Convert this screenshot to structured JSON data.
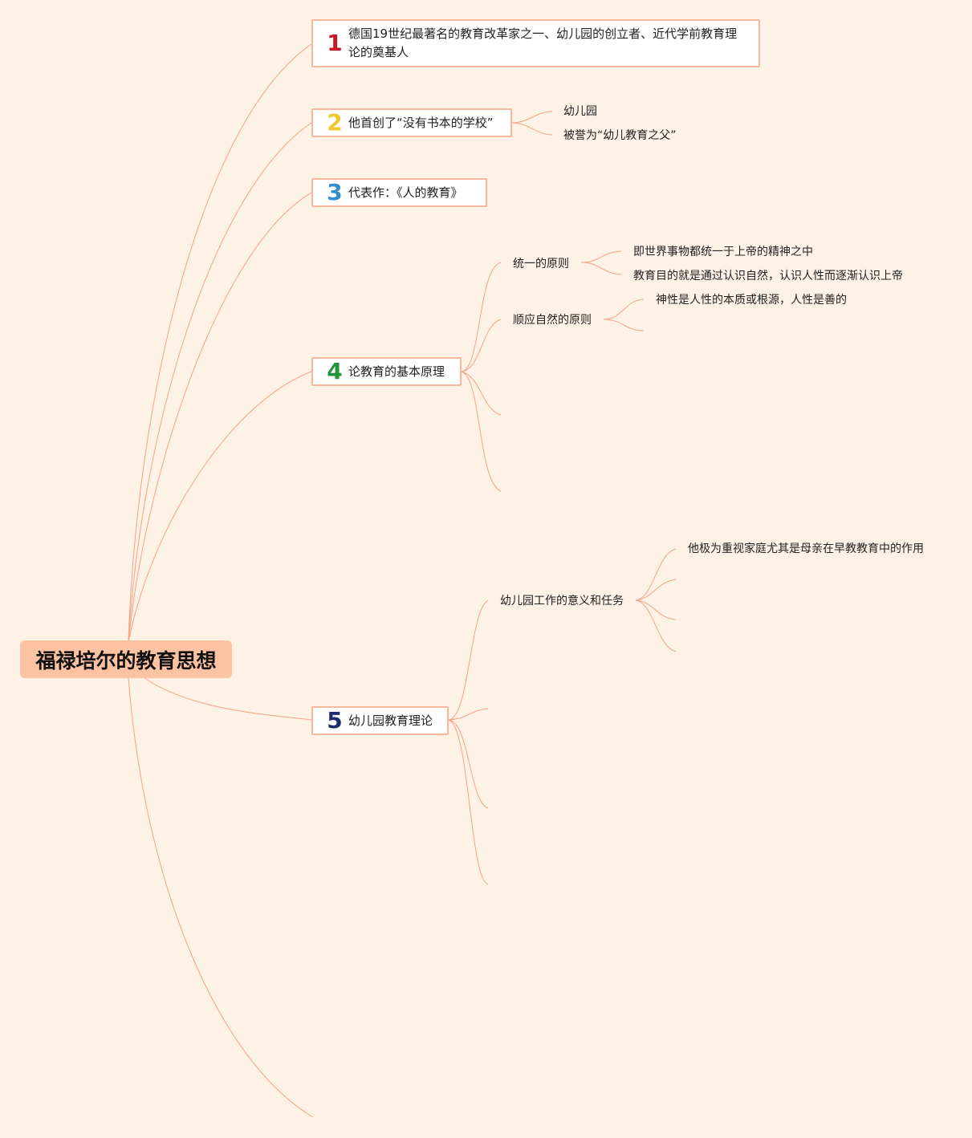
{
  "root": {
    "label": "福禄培尔的教育思想"
  },
  "topics": [
    {
      "num": "1",
      "label": "德国19世纪最著名的教育改革家之一、幼儿园的创立者、近代学前教育理论的奠基人"
    },
    {
      "num": "2",
      "label": "他首创了“没有书本的学校”"
    },
    {
      "num": "3",
      "label": "代表作：《人的教育》"
    },
    {
      "num": "4",
      "label": "论教育的基本原理"
    },
    {
      "num": "5",
      "label": "幼儿园教育理论"
    }
  ],
  "topic2_children": [
    "幼儿园",
    "被誉为“幼儿教育之父”"
  ],
  "topic4_children": [
    {
      "label": "统一的原则",
      "children": [
        "即世界事物都统一于上帝的精神之中",
        "教育目的就是通过认识自然，认识人性而逐渐认识上帝"
      ]
    },
    {
      "label": "顺应自然的原则",
      "children": [
        "神性是人性的本质或根源，人性是善的"
      ]
    }
  ],
  "topic5_children": [
    {
      "label": "幼儿园工作的意义和任务",
      "children": [
        "他极为重视家庭尤其是母亲在早教教育中的作用"
      ]
    }
  ],
  "colors": {
    "background": "#fef1e6",
    "connector": "#f4a283",
    "root_fill": "#fbc3a1",
    "topic_border": "#f7b79a",
    "num1": "#c8172b",
    "num2": "#f2c530",
    "num3": "#2f8fd0",
    "num4": "#22953b",
    "num5": "#1f2a6a"
  }
}
